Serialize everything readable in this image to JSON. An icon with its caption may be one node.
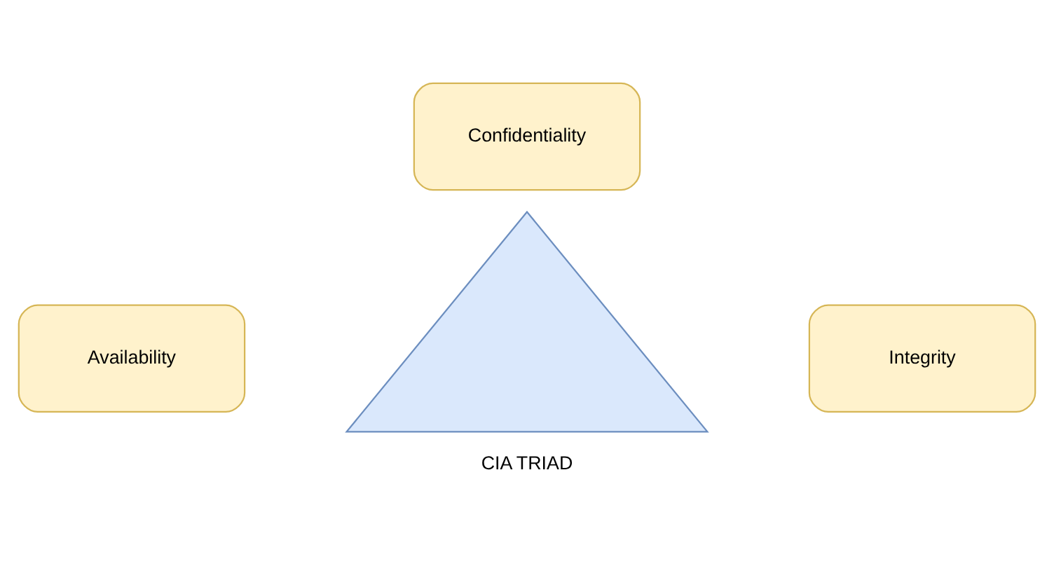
{
  "diagram": {
    "nodes": [
      {
        "text": [
          "Confidentiality"
        ]
      },
      {
        "text": [
          "Availability"
        ]
      },
      {
        "text": [
          "Integrity"
        ]
      },
      {
        "text": [
          "CIA TRIAD"
        ]
      }
    ],
    "edges": []
  }
}
